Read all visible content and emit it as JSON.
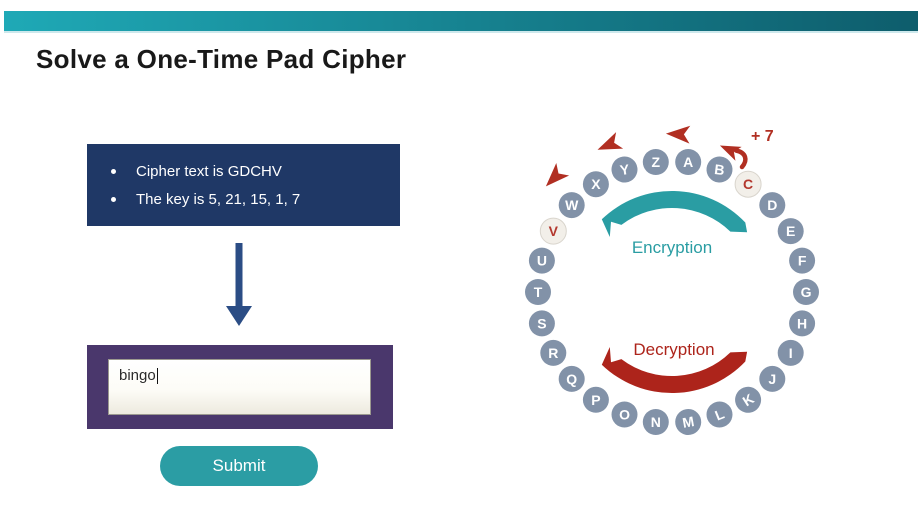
{
  "header": {
    "title": "Solve a One-Time Pad Cipher"
  },
  "instructions": {
    "items": [
      "Cipher text is GDCHV",
      "The key is 5, 21, 15, 1, 7"
    ]
  },
  "answer": {
    "value": "bingo",
    "submit_label": "Submit"
  },
  "wheel": {
    "letters": [
      "A",
      "B",
      "C",
      "D",
      "E",
      "F",
      "G",
      "H",
      "I",
      "J",
      "K",
      "L",
      "M",
      "N",
      "O",
      "P",
      "Q",
      "R",
      "S",
      "T",
      "U",
      "V",
      "W",
      "X",
      "Y",
      "Z"
    ],
    "highlighted": [
      "C",
      "V"
    ],
    "rotations": {
      "B": 7,
      "K": -32,
      "L": -22,
      "M": -10,
      "Y": -8
    },
    "encryption_label": "Encryption",
    "decryption_label": "Decryption",
    "shift_label": "+ 7",
    "rotation_arrowhead_count": 3
  },
  "icons": {
    "down_arrow": "▼",
    "rotation_arrowhead": "❮",
    "shift_arrow": "↶"
  },
  "colors": {
    "top_bar_left": "#1FA9B6",
    "top_bar_right": "#0E5D6C",
    "info_box": "#1F3866",
    "flow_arrow": "#2B4D85",
    "answer_frame": "#4A376C",
    "submit": "#2B9DA4",
    "letter_circle": "#8292A8",
    "highlight_circle_bg": "#F2EFE9",
    "highlight_letter": "#B3382E",
    "encryption": "#2A9DA3",
    "decryption": "#AD241B",
    "shift_red": "#B12F22"
  }
}
